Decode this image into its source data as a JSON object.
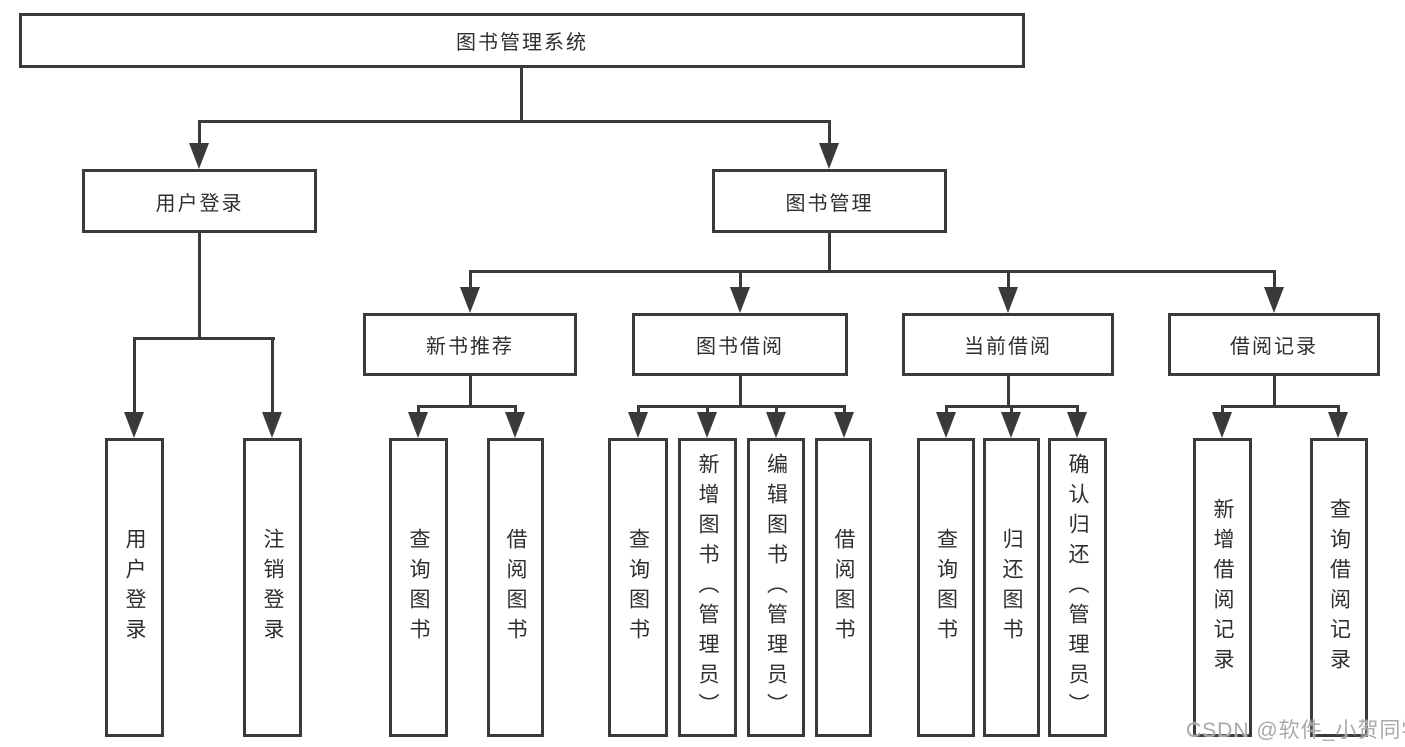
{
  "title": "图书管理系统",
  "tree": {
    "root": {
      "label": "图书管理系统"
    },
    "branches": [
      {
        "label": "用户登录",
        "children": [
          "用户登录",
          "注销登录"
        ]
      },
      {
        "label": "图书管理",
        "children": [
          {
            "label": "新书推荐",
            "children": [
              "查询图书",
              "借阅图书"
            ]
          },
          {
            "label": "图书借阅",
            "children": [
              "查询图书",
              "新增图书（管理员）",
              "编辑图书（管理员）",
              "借阅图书"
            ]
          },
          {
            "label": "当前借阅",
            "children": [
              "查询图书",
              "归还图书",
              "确认归还（管理员）"
            ]
          },
          {
            "label": "借阅记录",
            "children": [
              "新增借阅记录",
              "查询借阅记录"
            ]
          }
        ]
      }
    ]
  },
  "watermark": {
    "label": "CSDN @软件_小贺同学"
  },
  "colors": {
    "line": "#3a3a3a",
    "text": "#2f2f2f",
    "watermark": "#a9a9a9",
    "background": "#ffffff"
  }
}
